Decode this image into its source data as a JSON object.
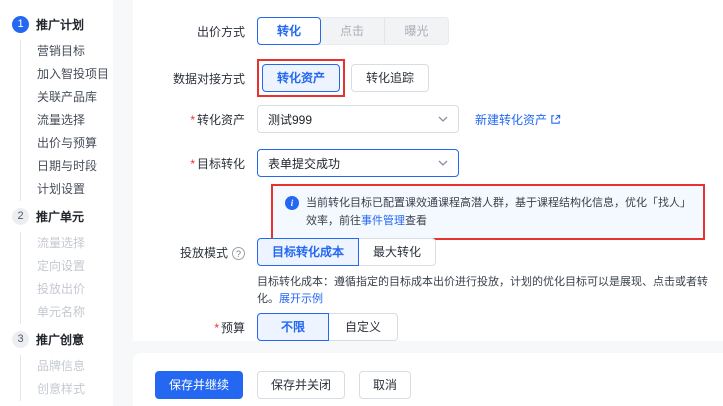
{
  "colors": {
    "accent": "#2468f2",
    "accent_light_bg": "#edf4ff",
    "annotation_red": "#e8322f",
    "page_bg": "#f7f8fa",
    "alert_bg": "#f4f8ff"
  },
  "icons": {
    "info": "i",
    "help": "?",
    "chevron_down": "chevron-down",
    "external_link": "external-link"
  },
  "sidebar": {
    "steps": [
      {
        "number": "1",
        "label": "推广计划",
        "items": [
          "营销目标",
          "加入智投项目",
          "关联产品库",
          "流量选择",
          "出价与预算",
          "日期与时段",
          "计划设置"
        ]
      },
      {
        "number": "2",
        "label": "推广单元",
        "items": [
          "流量选择",
          "定向设置",
          "投放出价",
          "单元名称"
        ]
      },
      {
        "number": "3",
        "label": "推广创意",
        "items": [
          "品牌信息",
          "创意样式"
        ]
      }
    ]
  },
  "form": {
    "bid_method": {
      "label": "出价方式",
      "options": [
        "转化",
        "点击",
        "曝光"
      ],
      "selected": "转化"
    },
    "data_connection": {
      "label": "数据对接方式",
      "options": [
        "转化资产",
        "转化追踪"
      ],
      "selected": "转化资产"
    },
    "conversion_asset": {
      "label": "转化资产",
      "required": true,
      "value": "测试999",
      "link": "新建转化资产"
    },
    "target_conversion": {
      "label": "目标转化",
      "required": true,
      "value": "表单提交成功"
    },
    "alert": {
      "text": "当前转化目标已配置课效通课程高潜人群，基于课程结构化信息，优化「找人」效率，前往",
      "link": "事件管理",
      "suffix": "查看"
    },
    "delivery_mode": {
      "label": "投放模式",
      "options": [
        "目标转化成本",
        "最大转化"
      ],
      "selected": "目标转化成本",
      "description": "目标转化成本：遵循指定的目标成本出价进行投放，计划的优化目标可以是展现、点击或者转化。",
      "description_link": "展开示例"
    },
    "budget": {
      "label": "预算",
      "required": true,
      "options": [
        "不限",
        "自定义"
      ],
      "selected": "不限"
    }
  },
  "footer": {
    "buttons": [
      "保存并继续",
      "保存并关闭",
      "取消"
    ]
  }
}
